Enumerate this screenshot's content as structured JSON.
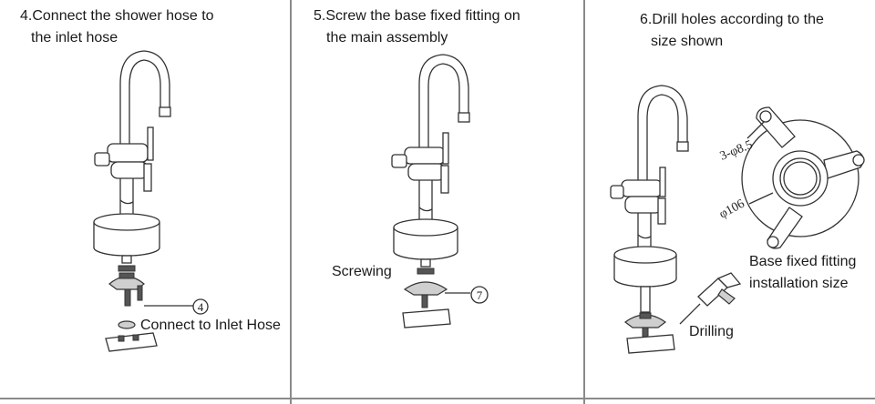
{
  "steps": [
    {
      "title_lines": [
        "4.Connect the shower hose to",
        "the inlet hose"
      ],
      "callout_number": "4",
      "label": "Connect to Inlet Hose"
    },
    {
      "title_lines": [
        "5.Screw the base fixed fitting on",
        "the main assembly"
      ],
      "callout_number": "7",
      "label": "Screwing"
    },
    {
      "title_lines": [
        "6.Drill holes according to the",
        "size shown"
      ],
      "dim_hole": "3-φ8.5",
      "dim_diameter": "φ106",
      "caption_lines": [
        "Base fixed fitting",
        "installation size"
      ],
      "drill_label": "Drilling"
    }
  ]
}
